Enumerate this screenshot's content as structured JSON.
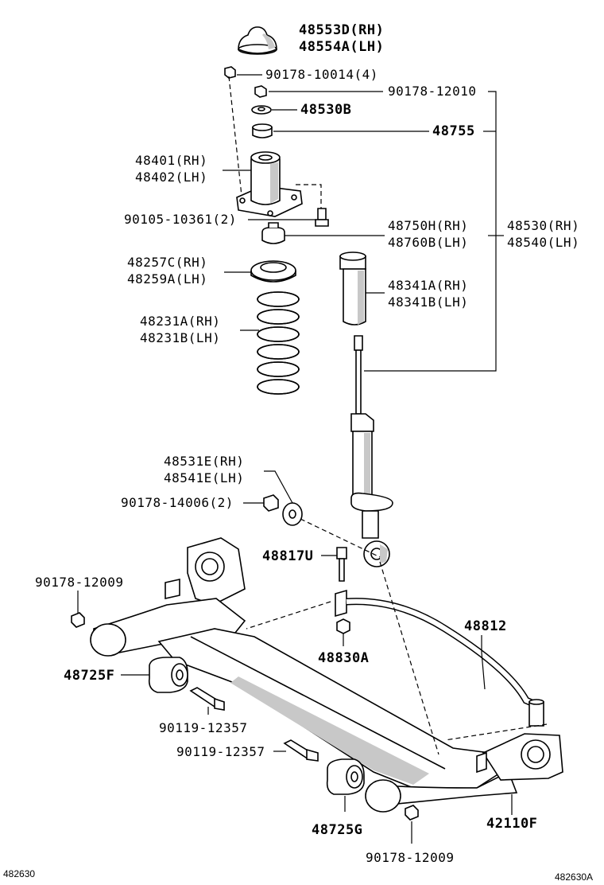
{
  "labels": {
    "p48553": [
      "48553D(RH)",
      "48554A(LH)"
    ],
    "p90178_10014": "90178-10014(4)",
    "p90178_12010": "90178-12010",
    "p48530b": "48530B",
    "p48755": "48755",
    "p48401": [
      "48401(RH)",
      "48402(LH)"
    ],
    "p90105": "90105-10361(2)",
    "p48750": [
      "48750H(RH)",
      "48760B(LH)"
    ],
    "p48530": [
      "48530(RH)",
      "48540(LH)"
    ],
    "p48257": [
      "48257C(RH)",
      "48259A(LH)"
    ],
    "p48341": [
      "48341A(RH)",
      "48341B(LH)"
    ],
    "p48231": [
      "48231A(RH)",
      "48231B(LH)"
    ],
    "p48531": [
      "48531E(RH)",
      "48541E(LH)"
    ],
    "p90178_14006": "90178-14006(2)",
    "p48817": "48817U",
    "p90178_12009_top": "90178-12009",
    "p48812": "48812",
    "p48830": "48830A",
    "p48725f": "48725F",
    "p90119_a": "90119-12357",
    "p90119_b": "90119-12357",
    "p48725g": "48725G",
    "p42110": "42110F",
    "p90178_12009_bot": "90178-12009"
  },
  "footer": {
    "left_code": "482630",
    "right_code": "482630A"
  }
}
